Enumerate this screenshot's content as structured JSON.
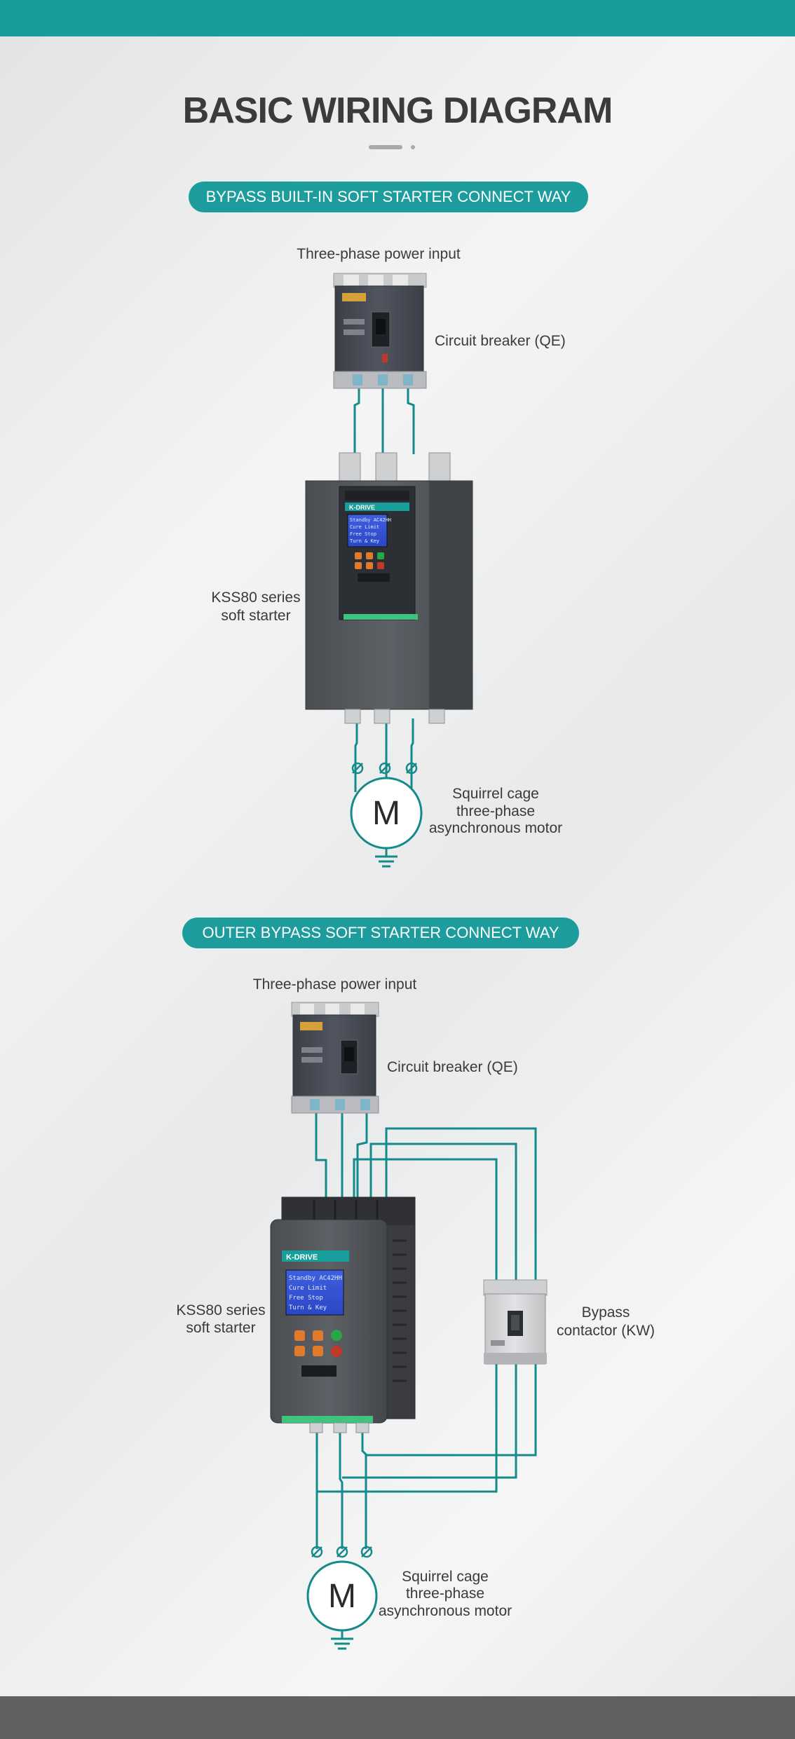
{
  "title": "BASIC WIRING DIAGRAM",
  "sections": [
    {
      "heading": "BYPASS BUILT-IN SOFT STARTER CONNECT WAY",
      "power_input": "Three-phase power input",
      "breaker": "Circuit breaker (QE)",
      "starter_line1": "KSS80 series",
      "starter_line2": "soft starter",
      "motor_symbol": "M",
      "motor_line1": "Squirrel cage",
      "motor_line2": "three-phase",
      "motor_line3": "asynchronous motor"
    },
    {
      "heading": "OUTER BYPASS SOFT STARTER CONNECT WAY",
      "power_input": "Three-phase power input",
      "breaker": "Circuit breaker (QE)",
      "starter_line1": "KSS80 series",
      "starter_line2": "soft starter",
      "bypass_line1": "Bypass",
      "bypass_line2": "contactor (KW)",
      "motor_symbol": "M",
      "motor_line1": "Squirrel cage",
      "motor_line2": "three-phase",
      "motor_line3": "asynchronous motor"
    }
  ],
  "device": {
    "brand": "K-DRIVE",
    "screen_lines": [
      "Standby AC42HH",
      "Cure Limit",
      "Free Stop",
      "Turn & Key"
    ]
  },
  "colors": {
    "accent": "#1c9c9d",
    "wire": "#138a8b",
    "title": "#3a3b3d",
    "footer": "#5e6062"
  }
}
